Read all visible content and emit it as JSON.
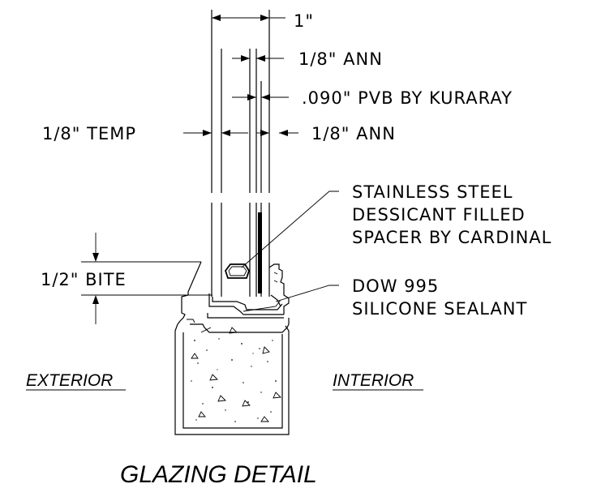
{
  "labels": {
    "overall_width": "1\"",
    "outer_lite_top": "1/8\" ANN",
    "interlayer": ".090\" PVB BY KURARAY",
    "inner_lite_bottom": "1/8\" ANN",
    "tempered_lite": "1/8\" TEMP",
    "spacer_line1": "STAINLESS STEEL",
    "spacer_line2": "DESSICANT FILLED",
    "spacer_line3": "SPACER BY CARDINAL",
    "bite": "1/2\" BITE",
    "sealant_line1": "DOW 995",
    "sealant_line2": "SILICONE SEALANT",
    "exterior": "EXTERIOR",
    "interior": "INTERIOR",
    "title": "GLAZING DETAIL"
  }
}
